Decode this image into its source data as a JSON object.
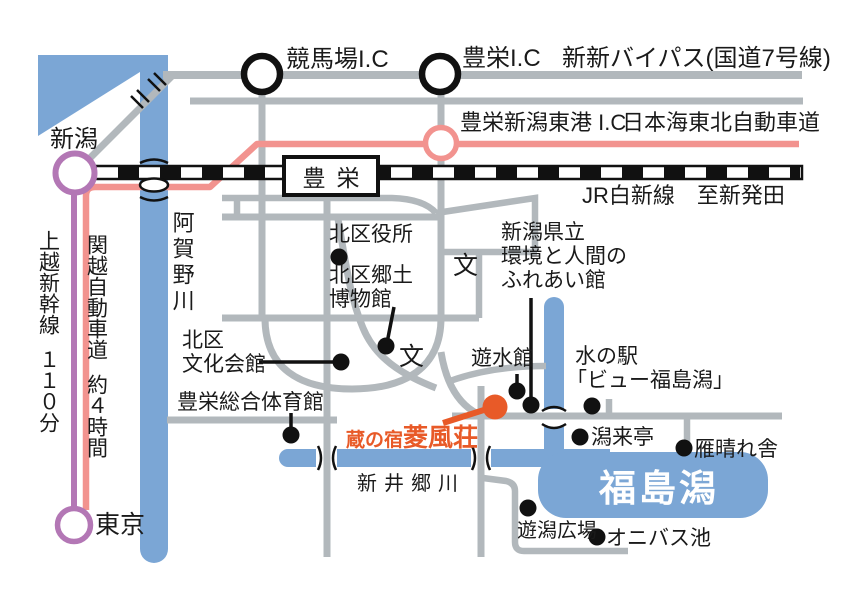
{
  "colors": {
    "road_gray": "#b2b8bc",
    "water_blue": "#7ba6d5",
    "expressway_pink": "#f2938f",
    "shinkansen_purple": "#b377b5",
    "accent_orange": "#e85a28",
    "rail_black": "#111111"
  },
  "stations": {
    "niigata": "新潟",
    "toyosaka": "豊栄",
    "tokyo": "東京"
  },
  "rail": {
    "jr_line": "JR白新線",
    "jr_direction": "至新発田"
  },
  "roads": {
    "bypass": "新新バイパス(国道7号線)",
    "keibajo_ic": "競馬場I.C",
    "toyosaka_ic": "豊栄I.C",
    "higashiko_ic": "豊栄新潟東港 I.C",
    "nihonkai_expwy": "日本海東北自動車道",
    "joetsu_shinkansen": "上越新幹線",
    "joetsu_time": "１１０分",
    "kanetsu_expwy": "関越自動車道",
    "kanetsu_time": "約４時間"
  },
  "rivers": {
    "agano": "阿賀野川",
    "araigo": "新井郷川"
  },
  "lake": "福島潟",
  "destination": {
    "prefix": "蔵の宿",
    "name": "菱風荘"
  },
  "school_mark": "文",
  "pois": {
    "kitaku_yakusho": {
      "lines": [
        "北区役所"
      ]
    },
    "kyodo_museum": {
      "lines": [
        "北区郷土",
        "博物館"
      ]
    },
    "bunka_kaikan": {
      "lines": [
        "北区",
        "文化会館"
      ]
    },
    "taiikukan": {
      "lines": [
        "豊栄総合体育館"
      ]
    },
    "fureaikan": {
      "lines": [
        "新潟県立",
        "環境と人間の",
        "ふれあい館"
      ]
    },
    "yusuikan": {
      "lines": [
        "遊水館"
      ]
    },
    "mizu_no_eki": {
      "lines": [
        "水の駅",
        "「ビュー福島潟」"
      ]
    },
    "kataraitei": {
      "lines": [
        "潟来亭"
      ]
    },
    "ganbaresha": {
      "lines": [
        "雁晴れ舎"
      ]
    },
    "yugata_hiroba": {
      "lines": [
        "遊潟広場"
      ]
    },
    "onibasu_ike": {
      "lines": [
        "オニバス池"
      ]
    }
  }
}
